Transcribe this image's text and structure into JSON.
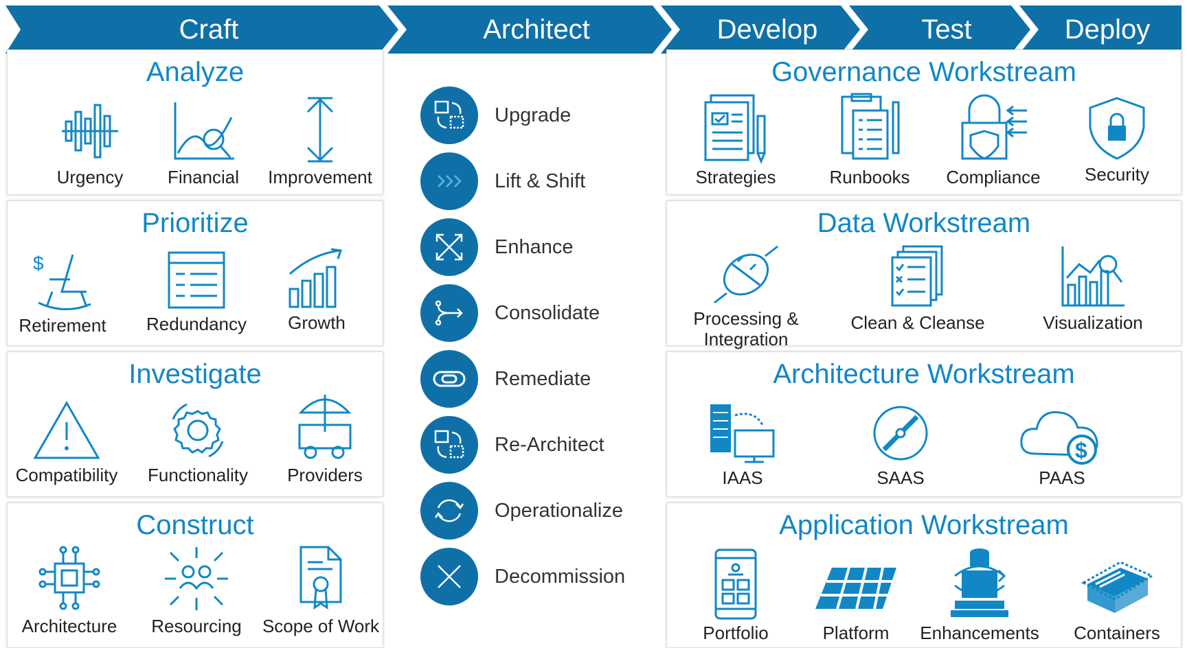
{
  "header": {
    "phases": [
      "Craft",
      "Architect",
      "Develop",
      "Test",
      "Deploy"
    ]
  },
  "craft": {
    "analyze": {
      "title": "Analyze",
      "items": [
        "Urgency",
        "Financial",
        "Improvement"
      ]
    },
    "prioritize": {
      "title": "Prioritize",
      "items": [
        "Retirement",
        "Redundancy",
        "Growth"
      ]
    },
    "investigate": {
      "title": "Investigate",
      "items": [
        "Compatibility",
        "Functionality",
        "Providers"
      ]
    },
    "construct": {
      "title": "Construct",
      "items": [
        "Architecture",
        "Resourcing",
        "Scope of Work"
      ]
    }
  },
  "architect": {
    "items": [
      "Upgrade",
      "Lift & Shift",
      "Enhance",
      "Consolidate",
      "Remediate",
      "Re-Architect",
      "Operationalize",
      "Decommission"
    ]
  },
  "workstreams": {
    "governance": {
      "title": "Governance Workstream",
      "items": [
        "Strategies",
        "Runbooks",
        "Compliance",
        "Security"
      ]
    },
    "data": {
      "title": "Data Workstream",
      "items": [
        "Processing &",
        "Integration",
        "Clean & Cleanse",
        "Visualization"
      ]
    },
    "architecture": {
      "title": "Architecture Workstream",
      "items": [
        "IAAS",
        "SAAS",
        "PAAS"
      ]
    },
    "application": {
      "title": "Application Workstream",
      "items": [
        "Portfolio",
        "Platform",
        "Enhancements",
        "Containers"
      ]
    }
  },
  "colors": {
    "primary": "#0f70a8",
    "accent": "#1187c6"
  }
}
